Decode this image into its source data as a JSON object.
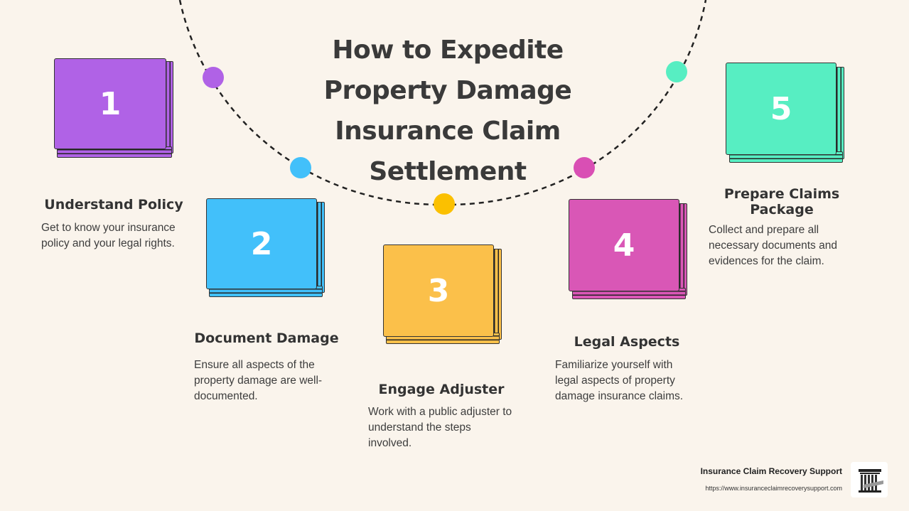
{
  "title": "How to Expedite Property Damage Insurance Claim Settlement",
  "steps": [
    {
      "number": "1",
      "heading": "Understand Policy",
      "description": "Get to know your insurance policy and your legal rights.",
      "color": "#B062E6"
    },
    {
      "number": "2",
      "heading": "Document Damage",
      "description": "Ensure all aspects of the property damage are well-documented.",
      "color": "#42C0FA"
    },
    {
      "number": "3",
      "heading": "Engage Adjuster",
      "description": "Work with a public adjuster to understand the steps involved.",
      "color": "#FBC04A"
    },
    {
      "number": "4",
      "heading": "Legal Aspects",
      "description": "Familiarize yourself with legal aspects of property damage insurance claims.",
      "color": "#D957B6"
    },
    {
      "number": "5",
      "heading": "Prepare Claims Package",
      "description": "Collect and prepare all necessary documents and evidences for the claim.",
      "color": "#57EEC2"
    }
  ],
  "arc_dots": [
    {
      "color": "#B062E6"
    },
    {
      "color": "#42C0FA"
    },
    {
      "color": "#FBC000"
    },
    {
      "color": "#D94FB4"
    },
    {
      "color": "#57EEC2"
    }
  ],
  "brand": {
    "name": "Insurance Claim Recovery Support",
    "url": "https://www.insuranceclaimrecoverysupport.com",
    "logo_icon": "column-pillar-icon"
  }
}
